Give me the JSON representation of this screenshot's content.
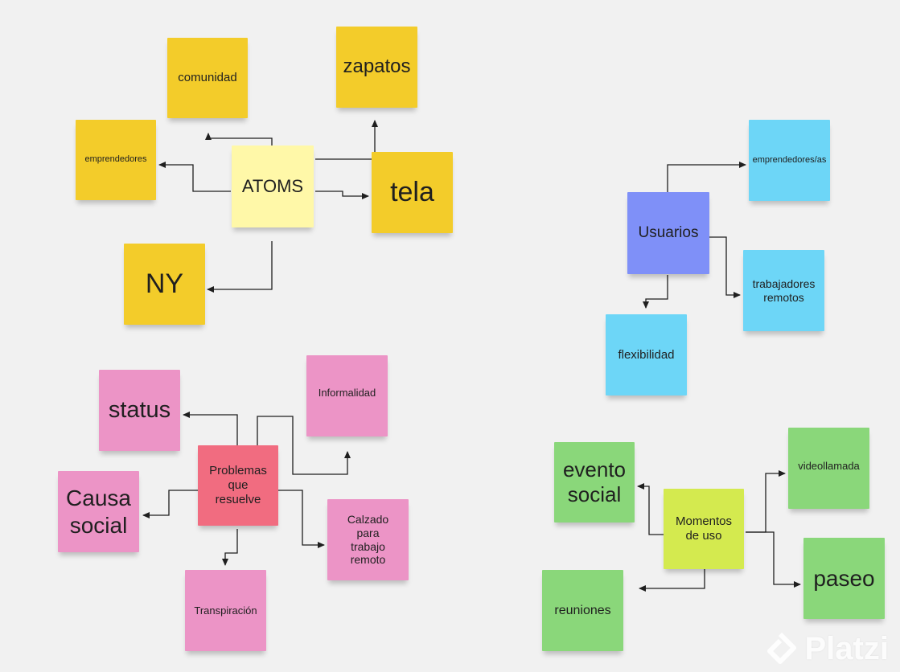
{
  "colors": {
    "background": "#f1f1f1",
    "yellow": "#f3cc2a",
    "light_yellow": "#fff8a8",
    "blue": "#7f90f8",
    "cyan": "#6dd6f7",
    "pink": "#ec94c6",
    "red": "#f16c80",
    "green": "#8ad77a",
    "lime": "#d4ea4f",
    "connector": "#1f1f1f"
  },
  "groups": {
    "atoms": {
      "center": "ATOMS",
      "comunidad": "comunidad",
      "zapatos": "zapatos",
      "emprendedores": "emprendedores",
      "tela": "tela",
      "ny": "NY"
    },
    "usuarios": {
      "center": "Usuarios",
      "emprendedores": "emprendedores/as",
      "trabajadores": "trabajadores\nremotos",
      "flexibilidad": "flexibilidad"
    },
    "problemas": {
      "center": "Problemas\nque\nresuelve",
      "status": "status",
      "informalidad": "Informalidad",
      "causa_social": "Causa\nsocial",
      "calzado": "Calzado\npara\ntrabajo\nremoto",
      "transpiracion": "Transpiración"
    },
    "momentos": {
      "center": "Momentos\nde uso",
      "evento_social": "evento\nsocial",
      "videollamada": "videollamada",
      "paseo": "paseo",
      "reuniones": "reuniones"
    }
  },
  "watermark": {
    "text": "Platzi",
    "icon": "platzi-logo-icon"
  }
}
